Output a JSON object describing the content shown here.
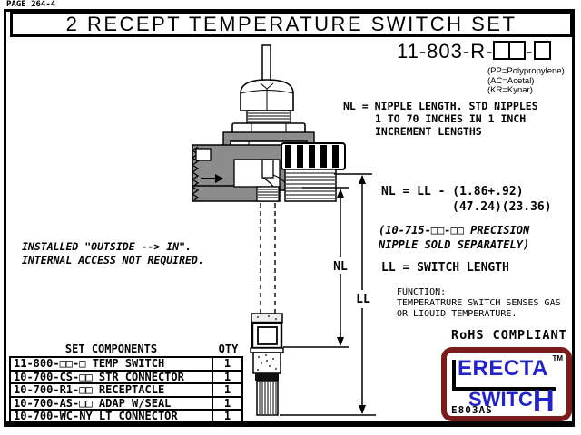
{
  "page": {
    "page_label": "PAGE 264-4",
    "title": "2 RECEPT TEMPERATURE SWITCH SET",
    "part_number_prefix": "11-803-R-",
    "part_number_mid": "-"
  },
  "materials": {
    "line1": "(PP=Polypropylene)",
    "line2": "(AC=Acetal)",
    "line3": "(KR=Kynar)"
  },
  "notes": {
    "nipple_line1": "NL = NIPPLE LENGTH. STD NIPPLES",
    "nipple_line2": "1 TO 70 INCHES IN 1 INCH",
    "nipple_line3": "INCREMENT LENGTHS",
    "formula_line1": "NL = LL - (1.86+.92)",
    "formula_line2": "(47.24)(23.36)",
    "precision_line1": "(10-715-□□-□□ PRECISION",
    "precision_line2": "NIPPLE SOLD SEPARATELY)",
    "switch_length": "LL = SWITCH LENGTH",
    "function_title": "FUNCTION:",
    "function_line1": "TEMPERATRURE SWITCH SENSES GAS",
    "function_line2": "OR LIQUID TEMPERATURE.",
    "installed_line1": "INSTALLED \"OUTSIDE --> IN\".",
    "installed_line2": "INTERNAL ACCESS NOT REQUIRED."
  },
  "diagram": {
    "nl_label": "NL",
    "ll_label": "LL"
  },
  "components_table": {
    "header_components": "SET COMPONENTS",
    "header_qty": "QTY",
    "rows": [
      {
        "label": "11-800-□□-□ TEMP SWITCH",
        "qty": "1"
      },
      {
        "label": "10-700-CS-□□ STR CONNECTOR",
        "qty": "1"
      },
      {
        "label": "10-700-R1-□□ RECEPTACLE",
        "qty": "1"
      },
      {
        "label": "10-700-AS-□□ ADAP W/SEAL",
        "qty": "1"
      },
      {
        "label": "10-700-WC-NY LT CONNECTOR",
        "qty": "1"
      }
    ]
  },
  "footer": {
    "rohs": "RoHS COMPLIANT",
    "logo_line1": "ERECTA",
    "logo_switch_a": "SWITC",
    "logo_switch_b": "H",
    "logo_tm": "TM",
    "logo_code": "E803AS"
  },
  "colors": {
    "logo_border": "#7a1c1c",
    "logo_text": "#2323cd",
    "diagram_gray": "#8c8c8c"
  }
}
